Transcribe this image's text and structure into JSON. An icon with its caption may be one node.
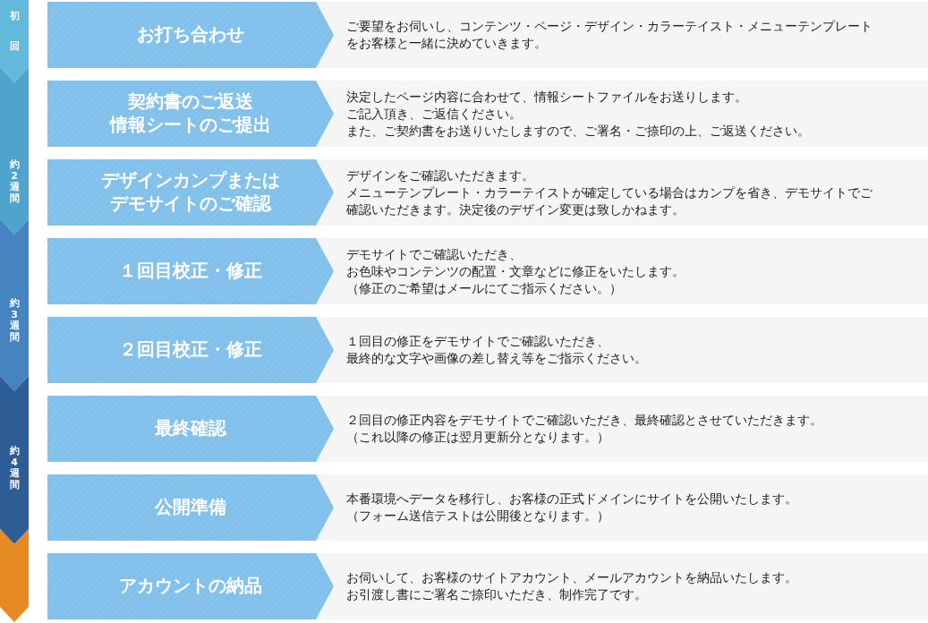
{
  "diagram": {
    "nodes": [
      {
        "text": [
          "初回"
        ]
      },
      {
        "text": [
          "約2週間"
        ]
      },
      {
        "text": [
          "約3週間"
        ]
      },
      {
        "text": [
          "約4週間"
        ]
      },
      {
        "text": [],
        "shape": "bar"
      },
      {
        "text": [
          "お打ち合わせ"
        ]
      },
      {
        "text": [
          "ご要望をお伺いし、コンテンツ・ページ・デザイン・カラーテイスト・メニューテンプレート",
          "をお客様と一緒に決めていきます。"
        ]
      },
      {
        "text": [
          "契約書のご返送",
          "情報シートのご提出"
        ]
      },
      {
        "text": [
          "決定したページ内容に合わせて、情報シートファイルをお送りします。",
          "ご記入頂き、ご返信ください。",
          "また、ご契約書をお送りいたしますので、ご署名・ご捺印の上、ご返送ください。"
        ]
      },
      {
        "text": [
          "デザインカンプまたはデモサイトのご確認"
        ]
      },
      {
        "text": [
          "デザインをご確認いただきます。",
          "メニューテンプレート・カラーテイストが確定している場合はカンプを省き、デモサイトでご確認いただきます。決定後のデザイン変更は致しかねます。"
        ]
      },
      {
        "text": [
          "１回目校正・修正"
        ]
      },
      {
        "text": [
          "デモサイトでご確認いただき、",
          "お色味やコンテンツの配置・文章などに修正をいたします。",
          "（修正のご希望はメールにてご指示ください。）"
        ]
      },
      {
        "text": [
          "２回目校正・修正"
        ]
      },
      {
        "text": [
          "１回目の修正をデモサイトでご確認いただき、",
          "最終的な文字や画像の差し替え等をご指示ください。"
        ]
      },
      {
        "text": [
          "最終確認"
        ]
      },
      {
        "text": [
          "２回目の修正内容をデモサイトでご確認いただき、最終確認とさせていただきます。",
          "（これ以降の修正は翌月更新分となります。）"
        ]
      },
      {
        "text": [
          "公開準備"
        ]
      },
      {
        "text": [
          "本番環境へデータを移行し、お客様の正式ドメインにサイトを公開いたします。",
          "（フォーム送信テストは公開後となります。）"
        ]
      },
      {
        "text": [
          "アカウントの納品"
        ]
      },
      {
        "text": [
          "お伺いして、お客様のサイトアカウント、メールアカウントを納品いたします。",
          "お引渡し書にご署名ご捺印いただき、制作完了です。"
        ]
      }
    ]
  }
}
